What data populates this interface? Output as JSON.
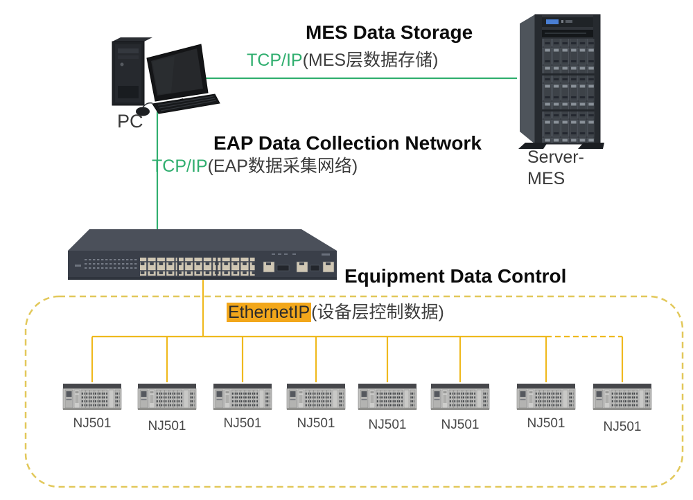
{
  "labels": {
    "mes": {
      "title": "MES Data Storage",
      "protocol": "TCP/IP",
      "description": "(MES层数据存储)"
    },
    "eap": {
      "title": "EAP Data Collection Network",
      "protocol": "TCP/IP",
      "description": "(EAP数据采集网络)"
    },
    "equipment": {
      "title": "Equipment Data Control",
      "protocol": "EthernetIP",
      "description": "(设备层控制数据)"
    }
  },
  "devices": {
    "pc": {
      "label": "PC"
    },
    "server": {
      "label_line1": "Server-",
      "label_line2": "MES"
    },
    "switch": {
      "name": "24-port ethernet switch"
    },
    "plcs": [
      {
        "label": "NJ501"
      },
      {
        "label": "NJ501"
      },
      {
        "label": "NJ501"
      },
      {
        "label": "NJ501"
      },
      {
        "label": "NJ501"
      },
      {
        "label": "NJ501"
      },
      {
        "label": "NJ501"
      },
      {
        "label": "NJ501"
      }
    ]
  },
  "colors": {
    "tcpip_network_green": "#2fae6e",
    "ethernetip_line_yellow": "#efb91e",
    "equipment_boundary_dashed_yellow": "#e2c85a",
    "ethernetip_highlight_orange": "#f2a71b"
  }
}
